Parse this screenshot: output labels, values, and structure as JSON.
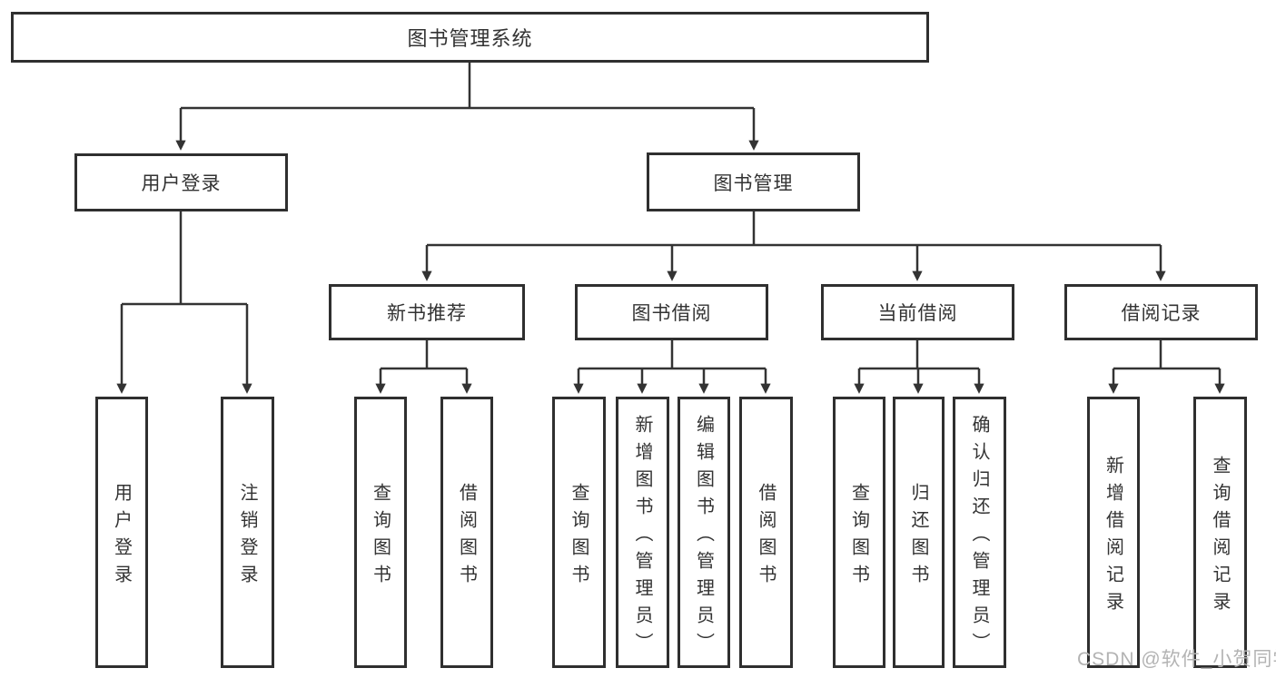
{
  "tree": {
    "root": "图书管理系统",
    "branches": [
      {
        "label": "用户登录",
        "children": [
          "用户登录",
          "注销登录"
        ]
      },
      {
        "label": "图书管理",
        "sections": [
          {
            "label": "新书推荐",
            "children": [
              "查询图书",
              "借阅图书"
            ]
          },
          {
            "label": "图书借阅",
            "children": [
              "查询图书",
              "新增图书（管理员）",
              "编辑图书（管理员）",
              "借阅图书"
            ]
          },
          {
            "label": "当前借阅",
            "children": [
              "查询图书",
              "归还图书",
              "确认归还（管理员）"
            ]
          },
          {
            "label": "借阅记录",
            "children": [
              "新增借阅记录",
              "查询借阅记录"
            ]
          }
        ]
      }
    ]
  },
  "watermark": "CSDN @软件_小贺同学",
  "colors": {
    "background": "#ffffff",
    "box_fill": "#ffffff",
    "box_border": "#2f2f2f",
    "line": "#333333",
    "text": "#333333",
    "watermark": "#b3b3b3"
  }
}
